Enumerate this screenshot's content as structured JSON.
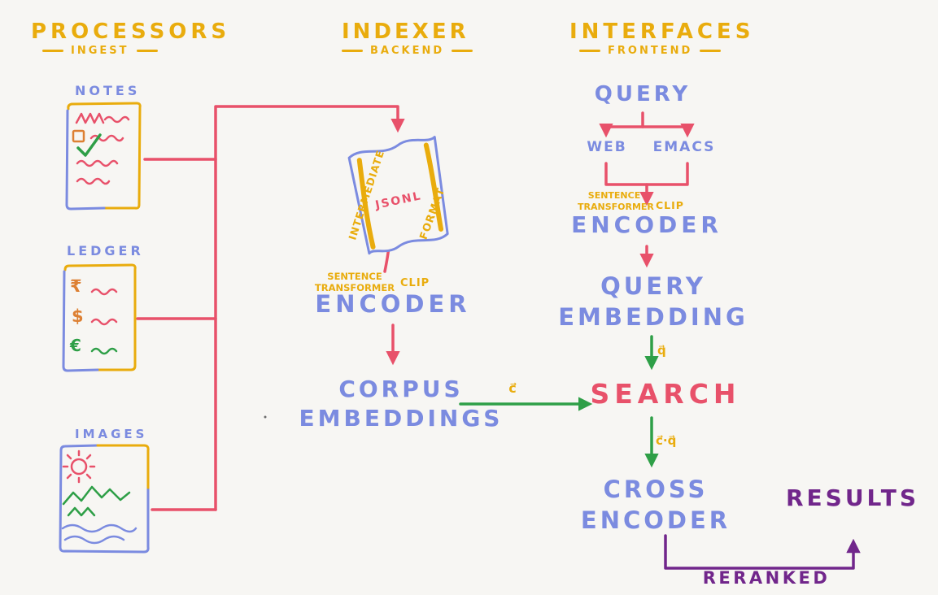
{
  "palette": {
    "yellow": "#E9AC0D",
    "blue": "#7B8BE0",
    "salmon": "#E8516A",
    "green": "#2E9F47",
    "purple": "#71268B",
    "orange": "#DD8033",
    "background": "#F7F6F3"
  },
  "headers": {
    "processors": {
      "title": "PROCESSORS",
      "subtitle": "INGEST"
    },
    "indexer": {
      "title": "INDEXER",
      "subtitle": "BACKEND"
    },
    "interfaces": {
      "title": "INTERFACES",
      "subtitle": "FRONTEND"
    }
  },
  "sources": {
    "notes": {
      "label": "NOTES"
    },
    "ledger": {
      "label": "LEDGER",
      "symbols": [
        "₹",
        "$",
        "€"
      ]
    },
    "images": {
      "label": "IMAGES"
    }
  },
  "scroll": {
    "left_text": "INTERMEDIATE",
    "center_text": "JSONL",
    "right_text": "FORMAT"
  },
  "indexer_flow": {
    "model": {
      "line1": "SENTENCE",
      "line2": "TRANSFORMER",
      "alt": "CLIP"
    },
    "encoder": "ENCODER",
    "corpus": {
      "line1": "CORPUS",
      "line2": "EMBEDDINGS"
    }
  },
  "interface_flow": {
    "query": "QUERY",
    "web": "WEB",
    "emacs": "EMACS",
    "model": {
      "line1": "SENTENCE",
      "line2": "TRANSFORMER",
      "alt": "CLIP"
    },
    "encoder": "ENCODER",
    "query_embedding": {
      "line1": "QUERY",
      "line2": "EMBEDDING"
    },
    "search": "SEARCH",
    "cross_encoder": {
      "line1": "CROSS",
      "line2": "ENCODER"
    },
    "results": "RESULTS",
    "reranked": "RERANKED"
  },
  "edge_labels": {
    "corpus_vector": "c⃗",
    "query_vector": "q⃗",
    "similarity": "c⃗·q⃗"
  }
}
